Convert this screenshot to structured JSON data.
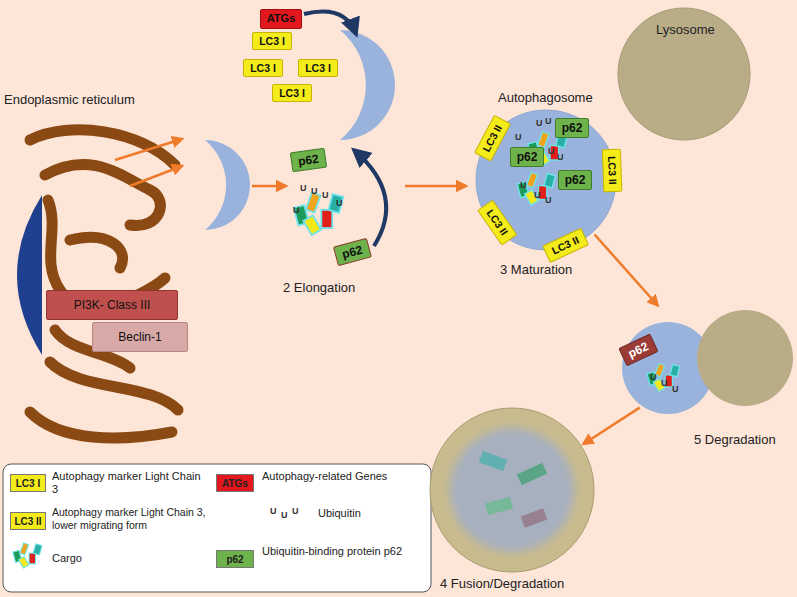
{
  "diagram": {
    "nodes": [
      {
        "text": [
          "ATGs"
        ]
      },
      {
        "text": [
          "LC3 I"
        ]
      },
      {
        "text": [
          "LC3 I"
        ]
      },
      {
        "text": [
          "LC3 I"
        ]
      },
      {
        "text": [
          "LC3 I"
        ]
      },
      {
        "text": [
          "Lysosome"
        ]
      },
      {
        "text": [
          "Autophagosome"
        ]
      },
      {
        "text": [
          "p62"
        ],
        "in": 6
      },
      {
        "text": [
          "p62"
        ],
        "in": 6
      },
      {
        "text": [
          "p62"
        ],
        "in": 6
      },
      {
        "text": [
          "LC3 II"
        ],
        "in": 6
      },
      {
        "text": [
          "LC3 II"
        ],
        "in": 6
      },
      {
        "text": [
          "LC3 II"
        ],
        "in": 6
      },
      {
        "text": [
          "LC3 II"
        ],
        "in": 6
      },
      {
        "text": [
          "PI3K- Class III"
        ]
      },
      {
        "text": [
          "Beclin-1"
        ]
      },
      {
        "text": [
          "p62"
        ]
      },
      {
        "text": [
          "p62"
        ]
      },
      {
        "text": [
          "5 Degradation"
        ]
      },
      {
        "text": [
          "p62"
        ],
        "in": 18
      },
      {
        "text": [
          "4 Fusion/Degradation"
        ]
      }
    ],
    "edges": [
      {
        "from": 6,
        "to": 18,
        "arrow": "to"
      },
      {
        "from": 18,
        "to": 20,
        "arrow": "to"
      }
    ],
    "labels": [
      "Endoplasmic reticulum",
      "2 Elongation",
      "3 Maturation",
      "U",
      "U",
      "U",
      "U",
      "U",
      "U",
      "U",
      "U",
      "U",
      "U",
      "U",
      "U",
      "U",
      "U",
      "U",
      "U",
      "LC3 I",
      "LC3 II",
      "ATGs",
      "p62",
      "U",
      "U",
      "U"
    ],
    "legend": [
      {
        "text": "Autophagy marker Light Chain 3",
        "color": "#f4ec1a"
      },
      {
        "text": "Autophagy-related Genes",
        "color": "#e3171e"
      },
      {
        "text": "Autophagy marker Light Chain 3, lower migrating form",
        "color": "#f4ec1a"
      },
      {
        "text": "Ubiquitin"
      },
      {
        "text": "Cargo"
      },
      {
        "text": "Ubiquitin-binding protein p62",
        "color": "#6db24a"
      }
    ]
  }
}
